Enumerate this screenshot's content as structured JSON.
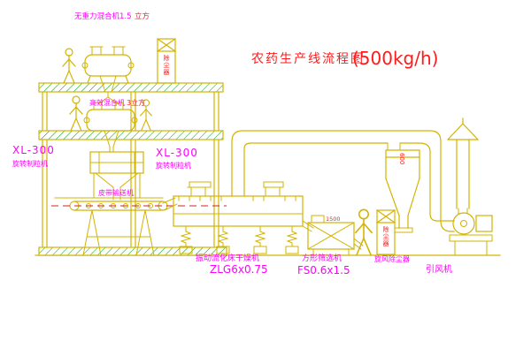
{
  "title": {
    "main": "农药生产线流程图",
    "capacity": "(500kg/h)"
  },
  "labels": {
    "gravity_mixer": {
      "name": "无重力混合机1.5",
      "unit": "立方"
    },
    "high_mixer": {
      "name": "高效混合机",
      "unit": "3立方"
    },
    "granulator_left": {
      "model": "XL-300",
      "name": "旋转制粒机"
    },
    "granulator_mid": {
      "model": "XL-300",
      "name": "旋转制粒机"
    },
    "belt_conveyor": "皮带输送机",
    "dryer": {
      "name": "振动流化床干燥机",
      "model": "ZLG6x0.75"
    },
    "sieve": {
      "name": "方形筛选机",
      "model": "FS0.6x1.5"
    },
    "cyclone": "旋风除尘器",
    "fan": "引风机"
  },
  "annotations": {
    "cyclone_dim": "600",
    "sieve_dim": "1500",
    "cabinet_top_text": "除尘器",
    "cabinet_bottom_text": "除尘器"
  },
  "colors": {
    "background": "#ffffff",
    "equipment_line": "#d2b400",
    "floor_hatch": "#00a000",
    "label_text": "#ff00ff",
    "accent_text": "#ff0000"
  }
}
